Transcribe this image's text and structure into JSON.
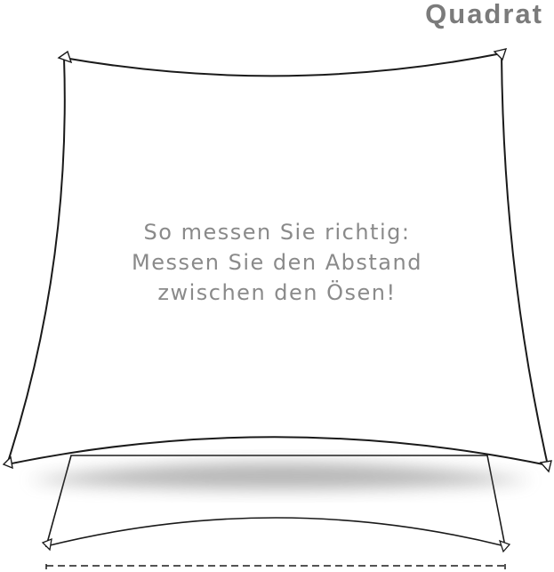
{
  "title": "Quadrat",
  "instruction": {
    "line1": "So messen Sie richtig:",
    "line2": "Messen Sie den Abstand",
    "line3": "zwischen den Ösen!"
  },
  "colors": {
    "title": "#7b7b7b",
    "outline": "#1a1a1a",
    "text": "#8a8a8a",
    "shadow": "#9a9a9a"
  }
}
